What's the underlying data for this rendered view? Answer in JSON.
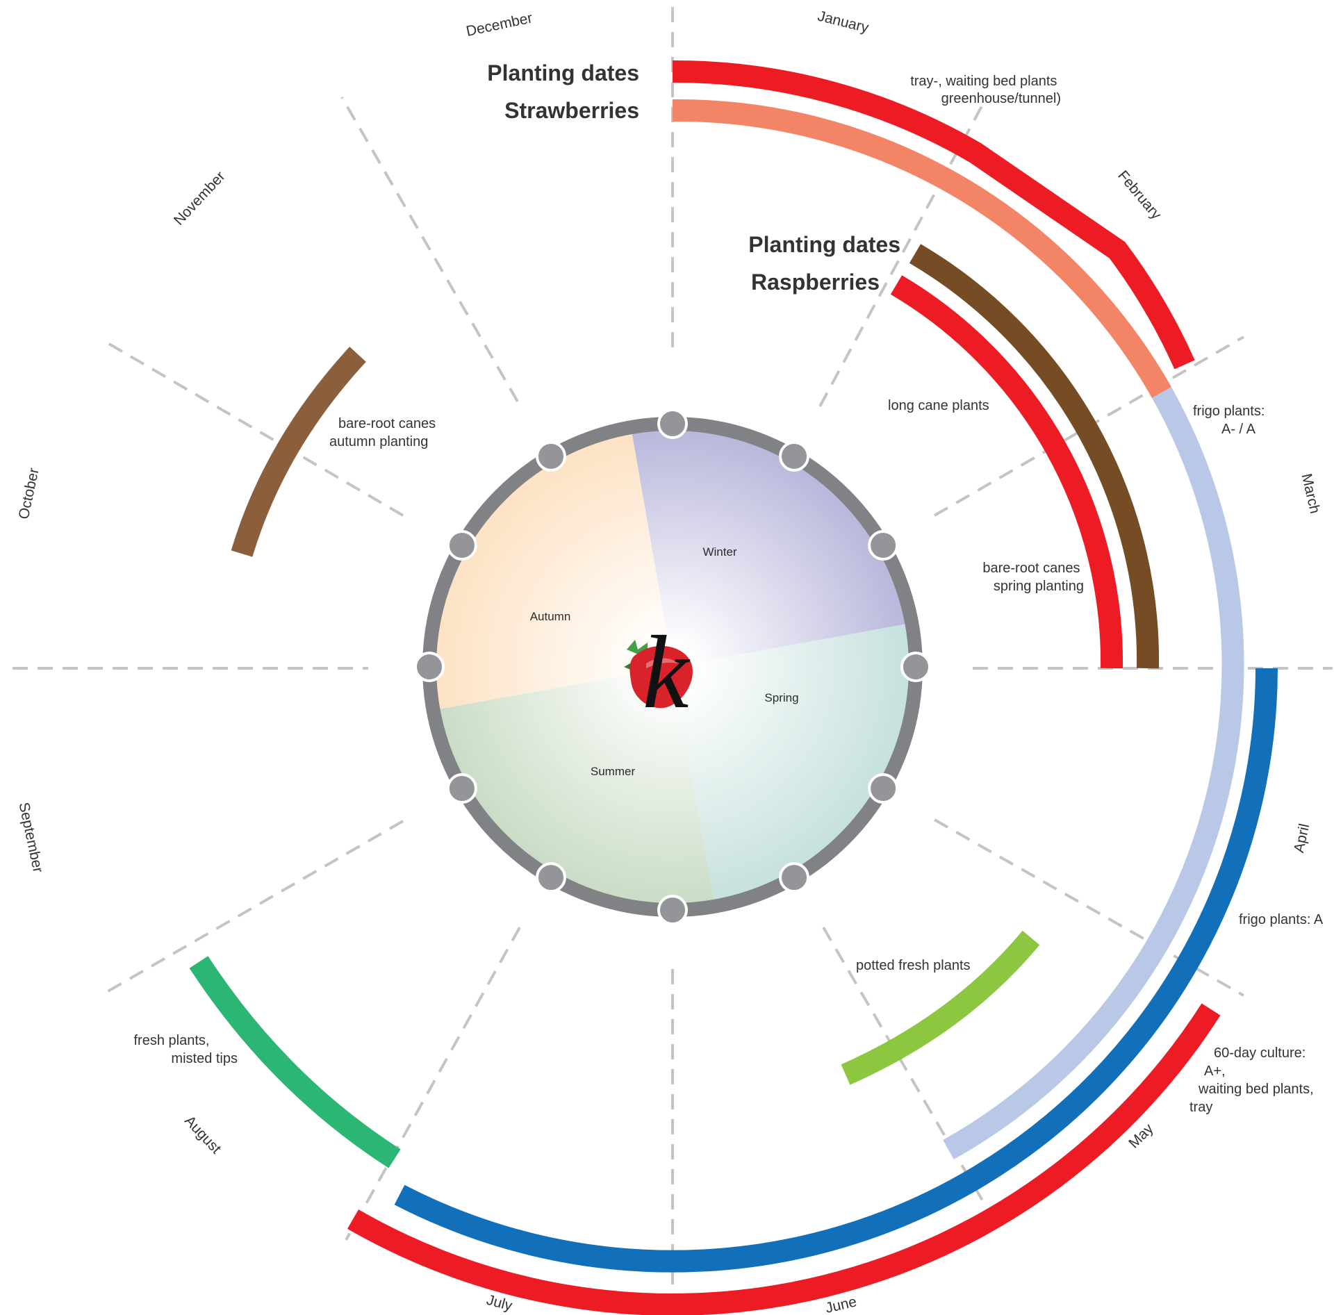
{
  "headings": {
    "strawberries": [
      "Planting dates",
      "Strawberries"
    ],
    "raspberries": [
      "Planting dates",
      "Raspberries"
    ]
  },
  "months": [
    "January",
    "February",
    "March",
    "April",
    "May",
    "June",
    "July",
    "August",
    "September",
    "October",
    "November",
    "December"
  ],
  "seasons": [
    "Winter",
    "Spring",
    "Summer",
    "Autumn"
  ],
  "logo_letter": "k",
  "bands": [
    {
      "id": "strawberry-tray-waiting-bed-band",
      "color": "#ed1c24"
    },
    {
      "id": "strawberry-greenhouse-tunnel-band",
      "color": "#f48466"
    },
    {
      "id": "strawberry-frigo-a-minus-a-band",
      "color": "#b8c8e6"
    },
    {
      "id": "strawberry-frigo-a-band",
      "color": "#1270ba"
    },
    {
      "id": "strawberry-60-day-culture-band",
      "color": "#ed1c24"
    },
    {
      "id": "strawberry-potted-fresh-plants-band",
      "color": "#8dc63f"
    },
    {
      "id": "strawberry-fresh-plants-misted-tips-band",
      "color": "#2bb673"
    },
    {
      "id": "raspberry-bare-root-autumn-band",
      "color": "#8b5e3c"
    },
    {
      "id": "raspberry-bare-root-spring-band",
      "color": "#754c24"
    },
    {
      "id": "raspberry-long-cane-band",
      "color": "#ed1c24"
    }
  ],
  "notes": {
    "tray_waiting_bed": [
      "tray-, waiting bed plants",
      "greenhouse/tunnel)"
    ],
    "frigo_a_minus_a": [
      "frigo plants:",
      "A- / A"
    ],
    "frigo_a": [
      "frigo plants: A"
    ],
    "culture_60_day": [
      "60-day culture:",
      "A+,",
      "waiting bed plants,",
      "tray"
    ],
    "potted_fresh": [
      "potted fresh plants"
    ],
    "fresh_misted": [
      "fresh plants,",
      "misted tips"
    ],
    "bare_root_autumn": [
      "bare-root canes",
      "autumn planting"
    ],
    "bare_root_spring": [
      "bare-root canes",
      "spring planting"
    ],
    "long_cane": [
      "long cane plants"
    ]
  },
  "colors": {
    "guide": "#c4c4c4",
    "ring": "#808285",
    "knob": "#939598",
    "winter": "#b5b3d9",
    "spring": "#c9e4e0",
    "summer": "#cbdcc6",
    "autumn": "#fde3c6"
  }
}
